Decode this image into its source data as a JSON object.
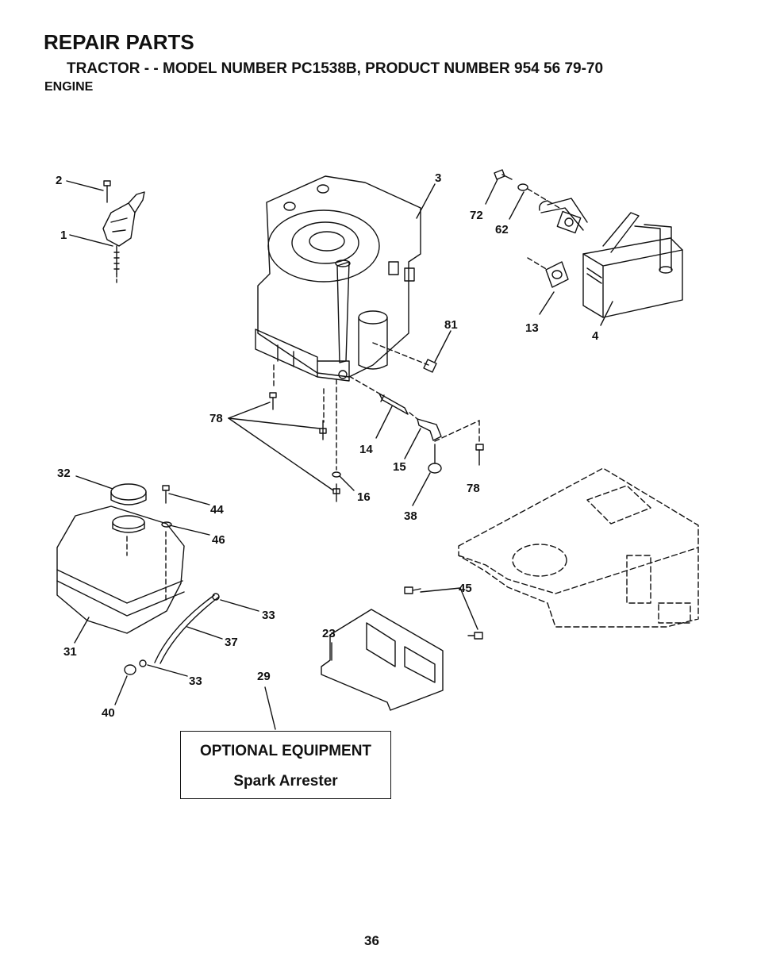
{
  "header": {
    "title": "REPAIR PARTS",
    "subtitle": "TRACTOR - - MODEL NUMBER PC1538B, PRODUCT NUMBER 954 56 79-70",
    "section": "ENGINE"
  },
  "callouts": {
    "c1": "1",
    "c2": "2",
    "c3": "3",
    "c4": "4",
    "c13": "13",
    "c14": "14",
    "c15": "15",
    "c16": "16",
    "c23": "23",
    "c29": "29",
    "c31": "31",
    "c32": "32",
    "c33a": "33",
    "c33b": "33",
    "c37": "37",
    "c38": "38",
    "c40": "40",
    "c44": "44",
    "c45": "45",
    "c46": "46",
    "c62": "62",
    "c72": "72",
    "c78a": "78",
    "c78b": "78",
    "c81": "81"
  },
  "optional_box": {
    "title": "OPTIONAL EQUIPMENT",
    "item": "Spark Arrester"
  },
  "footer": {
    "page_number": "36"
  }
}
